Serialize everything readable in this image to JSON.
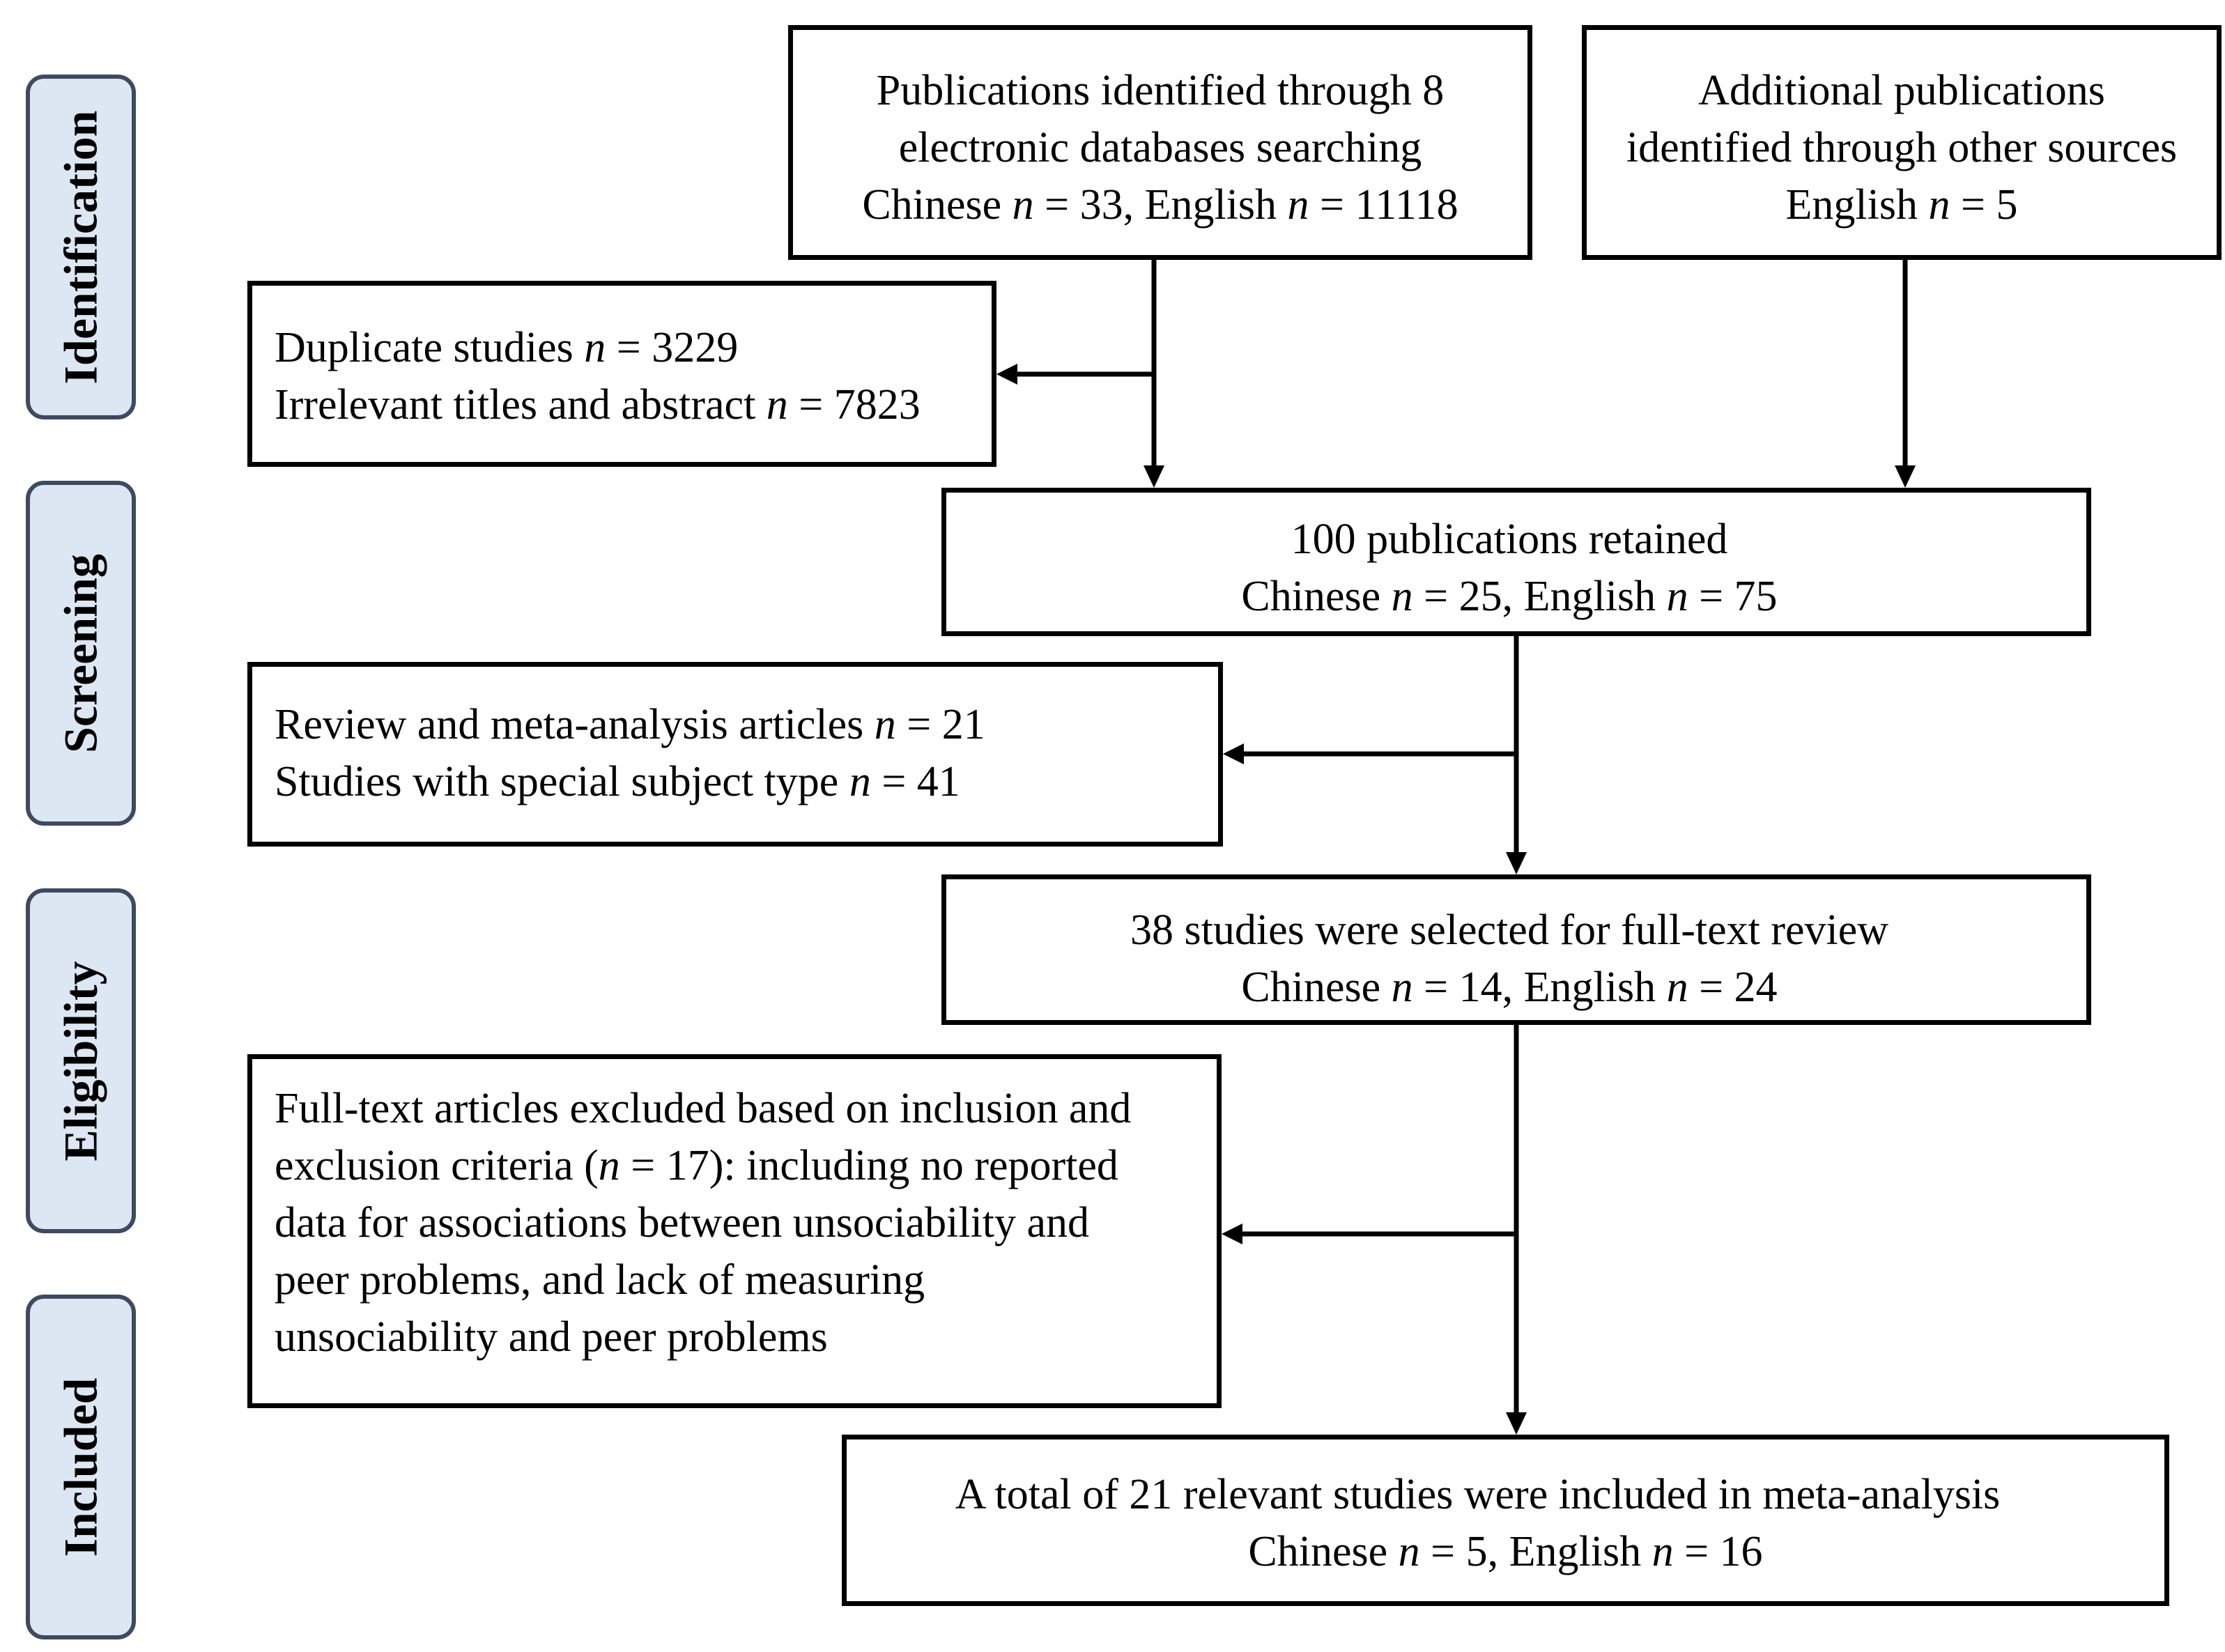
{
  "stages": [
    {
      "key": "identification",
      "label": "Identification"
    },
    {
      "key": "screening",
      "label": "Screening"
    },
    {
      "key": "eligibility",
      "label": "Eligibility"
    },
    {
      "key": "included",
      "label": "Included"
    }
  ],
  "boxes": {
    "databases": {
      "line1": "Publications identified through 8",
      "line2": "electronic databases searching",
      "line3_lang1": "Chinese",
      "line3_n1": "n",
      "line3_val1": " = 33, English ",
      "line3_n2": "n",
      "line3_val2": " = 11118"
    },
    "other_sources": {
      "line1": "Additional publications",
      "line2": "identified through other sources",
      "line3_lang": "English ",
      "line3_n": "n",
      "line3_val": " = 5"
    },
    "duplicates": {
      "line1_text": "Duplicate studies  ",
      "line1_n": "n",
      "line1_val": " = 3229",
      "line2_text": "Irrelevant titles and abstract  ",
      "line2_n": "n",
      "line2_val": " = 7823"
    },
    "retained": {
      "line1": "100 publications retained",
      "line2_lang1": "Chinese ",
      "line2_n1": "n",
      "line2_val1": " = 25, English ",
      "line2_n2": "n",
      "line2_val2": " = 75"
    },
    "review_excluded": {
      "line1_text": "Review and meta-analysis articles  ",
      "line1_n": "n",
      "line1_val": " = 21",
      "line2_text": "Studies with special subject type  ",
      "line2_n": "n",
      "line2_val": " = 41"
    },
    "fulltext": {
      "line1": "38 studies were selected for full-text review",
      "line2_lang1": "Chinese ",
      "line2_n1": "n",
      "line2_val1": " = 14, English ",
      "line2_n2": "n",
      "line2_val2": " = 24"
    },
    "fulltext_excluded": {
      "line1": "Full-text articles excluded based on inclusion and",
      "line2_a": "exclusion criteria (",
      "line2_n": "n",
      "line2_b": " = 17): including no reported",
      "line3": "data for associations between unsociability and",
      "line4": "peer problems, and lack of measuring",
      "line5": "unsociability and peer problems"
    },
    "included": {
      "line1": "A total of 21 relevant studies were included in meta-analysis",
      "line2_lang1": "Chinese ",
      "line2_n1": "n",
      "line2_val1": " = 5, English ",
      "line2_n2": "n",
      "line2_val2": " = 16"
    }
  }
}
